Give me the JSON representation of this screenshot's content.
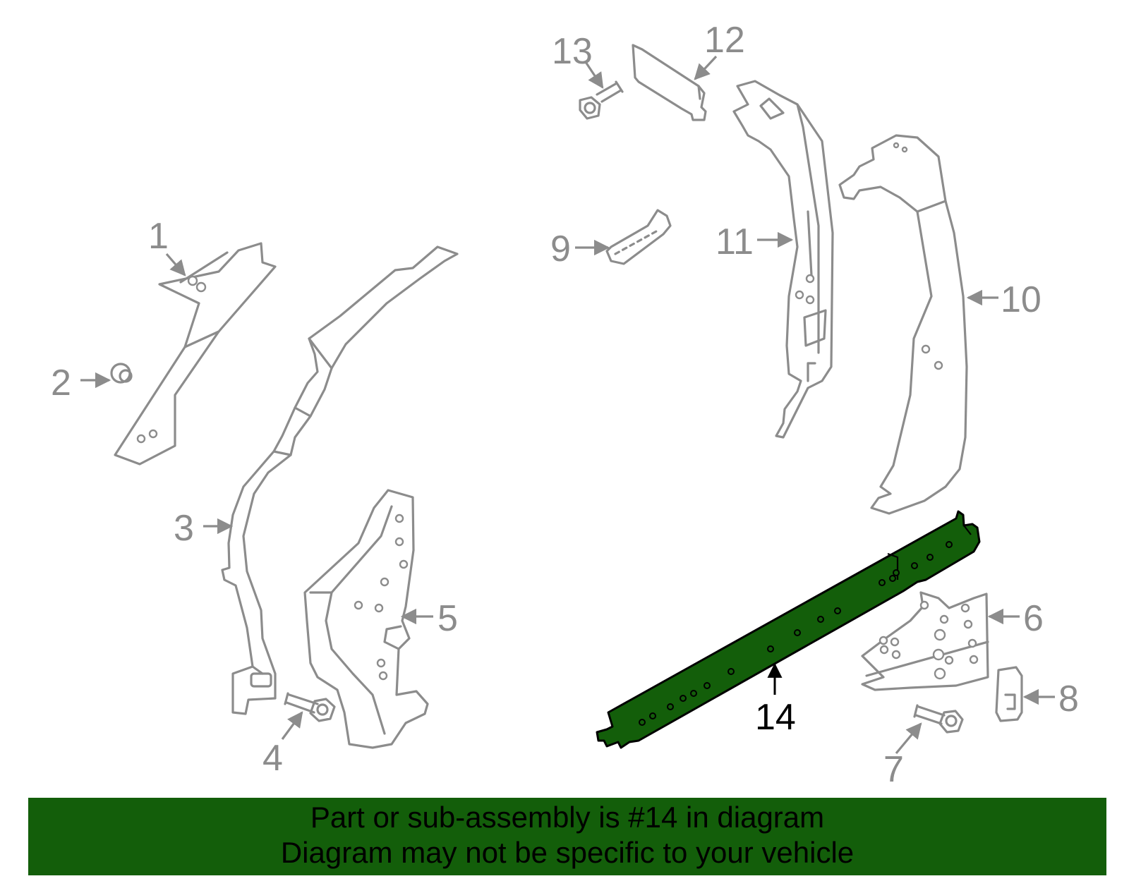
{
  "diagram": {
    "callouts": [
      "1",
      "2",
      "3",
      "4",
      "5",
      "6",
      "7",
      "8",
      "9",
      "10",
      "11",
      "12",
      "13",
      "14"
    ],
    "highlighted_callout": "14",
    "highlight_color": "#135e0a",
    "line_color": "#8c8c8c"
  },
  "banner": {
    "line1": "Part or sub-assembly is #14 in diagram",
    "line2": "Diagram may not be specific to your vehicle"
  }
}
